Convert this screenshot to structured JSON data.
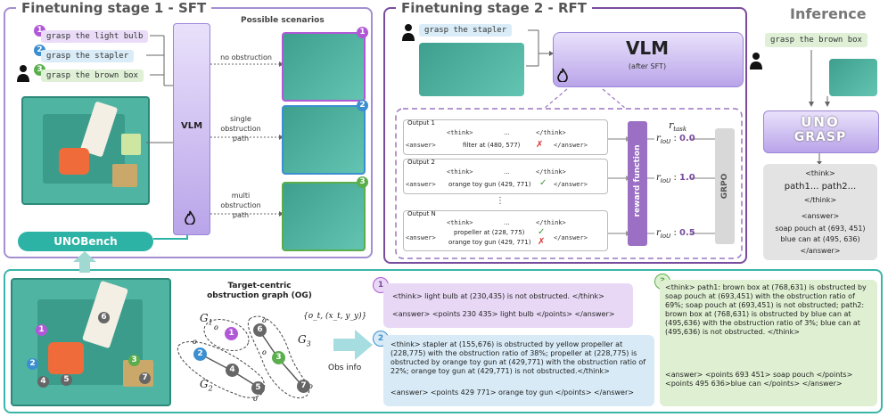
{
  "sft": {
    "title": "Finetuning stage 1 - SFT",
    "tasks": [
      "grasp the light bulb",
      "grasp the stapler",
      "grasp the brown box"
    ],
    "task_colors": [
      "#eadcf8",
      "#d9ecf7",
      "#dff0d7"
    ],
    "circle_colors": [
      "#b158d6",
      "#3b8fd0",
      "#5aae4c"
    ],
    "circle_labels": [
      "1",
      "2",
      "3"
    ],
    "vlm_label": "VLM",
    "possible_scenarios": "Possible scenarios",
    "scenarios": [
      "no obstruction",
      "single obstruction path",
      "multi obstruction path"
    ],
    "unobench": "UNOBench"
  },
  "rft": {
    "title": "Finetuning stage 2 - RFT",
    "task": "grasp the stapler",
    "vlm_label": "VLM",
    "vlm_sub": "(after SFT)",
    "outputs": [
      {
        "label": "Output 1",
        "think": "<think>",
        "dots": "...",
        "think_end": "</think>",
        "answer": "<answer>",
        "content": "filter at (480, 577)",
        "mark": "✗",
        "answer_end": "</answer>",
        "reward": "0.0"
      },
      {
        "label": "Output 2",
        "think": "<think>",
        "dots": "...",
        "think_end": "</think>",
        "answer": "<answer>",
        "content": "orange toy gun (429, 771)",
        "mark": "✓",
        "answer_end": "</answer>",
        "reward": "1.0"
      },
      {
        "label": "Output N",
        "think": "<think>",
        "dots": "...",
        "think_end": "</think>",
        "answer": "<answer>",
        "content": "propeller at (228, 775)",
        "mark": "✓",
        "content2": "orange toy gun (429, 771)",
        "mark2": "✗",
        "answer_end": "</answer>",
        "reward": "0.5"
      }
    ],
    "vdots": "⋮",
    "r_task": "r",
    "r_task_sub": "task",
    "r_iou": "r",
    "r_iou_sub": "IoU",
    "reward_function": "reward function",
    "grpo": "GRPO"
  },
  "inference": {
    "title": "Inference",
    "task": "grasp the brown box",
    "logo_line1": "UNO",
    "logo_line2": "GRASP",
    "out_lines": [
      "<think>",
      "path1... path2...",
      "</think>",
      "<answer>",
      "soap pouch at (693, 451)",
      "blue can at (495, 636)",
      "</answer>"
    ]
  },
  "og": {
    "title_line1": "Target-centric",
    "title_line2": "obstruction graph (OG)",
    "formula": "{o_t, (x_t, y_y)}",
    "g1": "G",
    "g1_sub": "1",
    "g2": "G",
    "g2_sub": "2",
    "g3": "G",
    "g3_sub": "3",
    "nodes": [
      "1",
      "2",
      "4",
      "5",
      "6",
      "3",
      "7"
    ],
    "obs_info": "Obs info"
  },
  "annotations": [
    {
      "num": "1",
      "think": "<think> light bulb at (230,435) is not obstructed. </think>",
      "answer": "<answer> <points 230 435> light bulb </points> </answer>"
    },
    {
      "num": "2",
      "think": "<think> stapler at (155,676) is obstructed by yellow propeller at (228,775) with the obstruction ratio of 38%; propeller at (228,775) is obstructed by orange toy gun at (429,771) with the obstruction ratio of 22%; orange toy gun at (429,771) is not obstructed.</think>",
      "answer": "<answer> <points 429 771> orange toy gun </points> </answer>"
    },
    {
      "num": "3",
      "think": "<think> path1: brown box at (768,631) is obstructed by soap pouch at (693,451) with the obstruction ratio of 69%; soap pouch at (693,451) is not obstructed; path2: brown box at (768,631) is obstructed by blue can at (495,636) with the obstruction ratio of 3%; blue can at (495,636) is not obstructed. </think>",
      "answer": "<answer> <points 693 451> soap pouch </points> <points 495 636>blue can </points> </answer>"
    }
  ],
  "colors": {
    "sft_border": "#a48fd0",
    "rft_border": "#7a4c9e",
    "bench": "#2db3a6",
    "purple_box": "#e8d8f6",
    "blue_box": "#d7eaf6",
    "green_box": "#dff0d2"
  }
}
